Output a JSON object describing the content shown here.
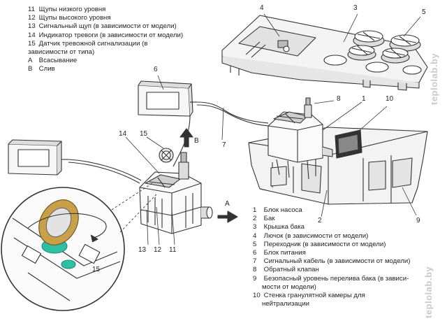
{
  "legend_top": [
    {
      "num": "11",
      "text": "Щупы низкого уровня"
    },
    {
      "num": "12",
      "text": "Щупы высокого уровня"
    },
    {
      "num": "13",
      "text": "Сигнальный щуп (в зависимости от модели)"
    },
    {
      "num": "14",
      "text": "Индикатор тревоги (в зависимости от модели)"
    },
    {
      "num": "15",
      "text": " Датчик тревожной сигнализации (в"
    },
    {
      "num": "",
      "text": "зависимости от типа)"
    },
    {
      "num": "A",
      "text": "Всасывание"
    },
    {
      "num": "B",
      "text": "Слив"
    }
  ],
  "legend_bottom": [
    {
      "num": "1",
      "text": "Блок насоса"
    },
    {
      "num": "2",
      "text": "Бак"
    },
    {
      "num": "3",
      "text": "Крышка бака"
    },
    {
      "num": "4",
      "text": "Лючок (в зависимости от модели)"
    },
    {
      "num": "5",
      "text": "Переходник (в зависимости от модели)"
    },
    {
      "num": "6",
      "text": "Блок питания"
    },
    {
      "num": "7",
      "text": "Сигнальный кабель (в зависимости от модели)"
    },
    {
      "num": "8",
      "text": "Обратный клапан"
    },
    {
      "num": "9",
      "text": "Безопасный уровень перелива бака (в зависи-"
    },
    {
      "num": "",
      "text": "мости от модели)"
    },
    {
      "num": "10",
      "text": "Стенка гранулятной камеры для"
    },
    {
      "num": "",
      "text": "нейтрализации"
    }
  ],
  "callouts": {
    "c1": "1",
    "c2": "2",
    "c3": "3",
    "c4": "4",
    "c5": "5",
    "c6": "6",
    "c7": "7",
    "c8": "8",
    "c9": "9",
    "c10": "10",
    "c11": "11",
    "c12": "12",
    "c13": "13",
    "c14": "14",
    "c15a": "15",
    "c15b": "15",
    "cA": "A",
    "cB": "B"
  },
  "watermark": "teplolab.by"
}
